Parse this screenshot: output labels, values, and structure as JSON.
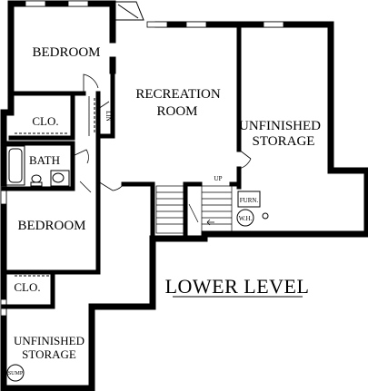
{
  "plan": {
    "title": "LOWER LEVEL",
    "rooms": {
      "bedroom_top": "BEDROOM",
      "recreation_line1": "RECREATION",
      "recreation_line2": "ROOM",
      "storage_right_line1": "UNFINISHED",
      "storage_right_line2": "STORAGE",
      "closet_top": "CLO.",
      "linen": "LIN",
      "bath": "BATH",
      "bedroom_lower": "BEDROOM",
      "closet_lower": "CLO.",
      "storage_bottom_line1": "UNFINISHED",
      "storage_bottom_line2": "STORAGE"
    },
    "fixtures": {
      "stair_up": "UP",
      "furnace": "FURN.",
      "water_heater": "W.H.",
      "sump": "SUMP"
    }
  }
}
